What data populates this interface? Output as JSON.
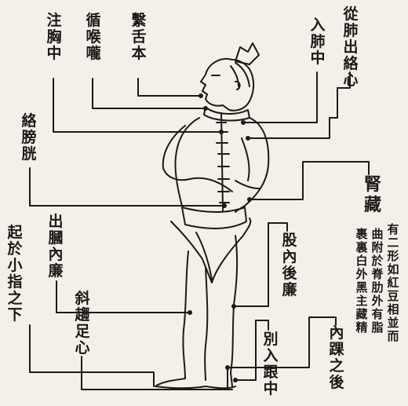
{
  "labels": {
    "from_lung": "從肺出絡心",
    "enter_lung": "入肺中",
    "tie_tongue": "繫舌本",
    "follow_throat": "循喉嚨",
    "pour_chest": "注胸中",
    "connect_bladder": "絡膀胱",
    "kidney_store": "腎藏",
    "note_col1": "有二形如紅豆相並而",
    "note_col2": "曲附於脊肋外有脂",
    "note_col3": "裹裏白外黑主藏精",
    "exit_knee": "出膕內廉",
    "thigh_inner": "股內後廉",
    "start_toe": "起於小指之下",
    "slant_sole": "斜趨足心",
    "enter_heel": "別入跟中",
    "inner_ankle": "內踝之後"
  },
  "colors": {
    "ink": "#1c1a17",
    "paper": "#f3f0ea"
  }
}
